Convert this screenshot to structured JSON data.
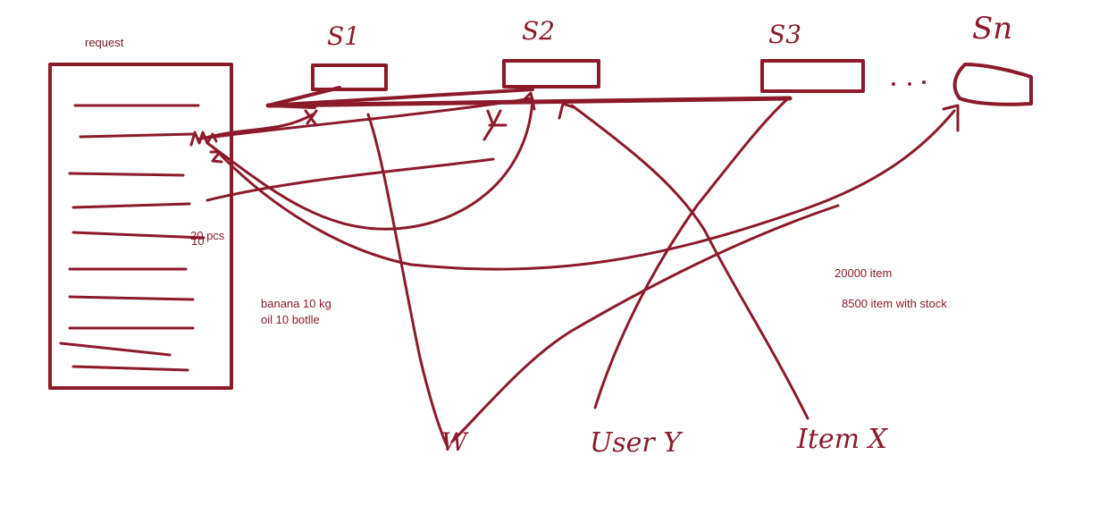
{
  "colors": {
    "ink": "#8b1a2b",
    "text": "#8b1a2b",
    "label": "#7a1424",
    "background": "#ffffff"
  },
  "request": {
    "title": "request",
    "qty_20": "20 pcs",
    "qty_10": "10"
  },
  "notes": {
    "banana": "banana 10 kg",
    "oil": "oil 10 botlle",
    "items_total": "20000  item",
    "items_stock": "8500 item with stock"
  },
  "stores": {
    "s1": "S1",
    "s2": "S2",
    "s3": "S3",
    "sn": "Sn",
    "ellipsis": "..."
  },
  "actors": {
    "w": "W",
    "user_y": "User Y",
    "item_x": "Item X"
  },
  "side_marks": {
    "x": "X",
    "y": "Y",
    "z": "z"
  }
}
